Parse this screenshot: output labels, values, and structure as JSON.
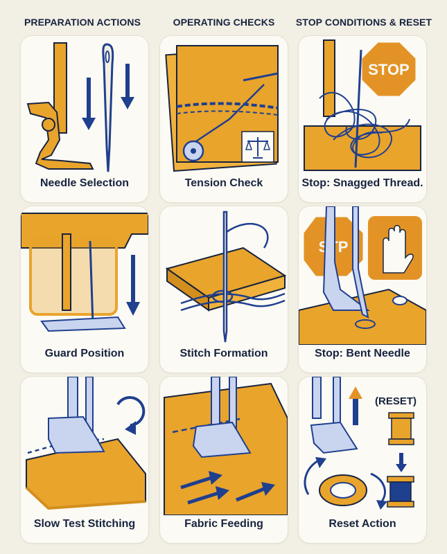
{
  "columns": [
    "PREPARATION ACTIONS",
    "OPERATING CHECKS",
    "STOP CONDITIONS & RESET"
  ],
  "cards": [
    {
      "label": "Needle Selection"
    },
    {
      "label": "Tension Check"
    },
    {
      "label": "Stop: Snagged Thread."
    },
    {
      "label": "Guard Position"
    },
    {
      "label": "Stitch Formation"
    },
    {
      "label": "Stop: Bent Needle"
    },
    {
      "label": "Slow Test Stitching"
    },
    {
      "label": "Fabric Feeding"
    },
    {
      "label": "Reset Action"
    }
  ],
  "signs": {
    "stop": "STOP",
    "stop_partial": "STP",
    "reset": "(RESET)"
  },
  "colors": {
    "background": "#f2efe4",
    "card": "#fbfaf4",
    "ink": "#17233f",
    "navy": "#1f3f8f",
    "mustard": "#e9a42c",
    "stop_red": "#e39326"
  },
  "icons": [
    "needle-icon",
    "presser-foot-icon",
    "down-arrow-icon",
    "tension-dial-icon",
    "scale-icon",
    "stop-sign-icon",
    "tangled-thread-icon",
    "finger-guard-icon",
    "thread-loop-icon",
    "hand-stop-icon",
    "bent-needle-icon",
    "rotate-arrow-icon",
    "feed-arrow-icon",
    "spool-icon",
    "up-arrow-icon"
  ]
}
